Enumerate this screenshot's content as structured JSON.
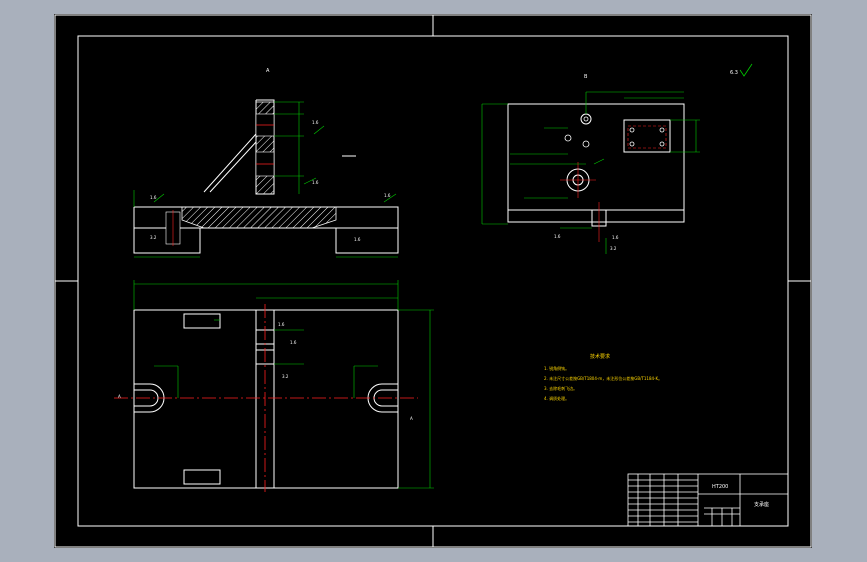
{
  "drawing": {
    "title": "CAD mechanical part drawing",
    "background_color": "#000000",
    "outer_background": "#a9b0bc",
    "line_color": "#ffffff",
    "dimension_color": "#00cc00",
    "center_line_color": "#ff2020",
    "hatch_color": "#ffffff"
  },
  "views": {
    "front_view": {
      "section_label": "A",
      "labels": [
        "1.6",
        "1.6",
        "1.6",
        "1.6",
        "3.2",
        "1.6"
      ]
    },
    "side_view": {
      "section_label": "B",
      "labels": [
        "1.6",
        "3.2",
        "1.6"
      ]
    },
    "top_view": {
      "labels": [
        "A",
        "A",
        "1.6",
        "1.6",
        "3.2"
      ]
    },
    "corner_mark": "6.3"
  },
  "notes": {
    "title": "技术要求",
    "lines": [
      "1. 锐角倒钝。",
      "2. 未注尺寸公差按GB/T1804-m，未注形位公差按GB/T1184-K。",
      "3. 去除毛刺飞边。",
      "4. 调质处理。"
    ]
  },
  "title_block": {
    "material": "HT200",
    "part_name": "支承座"
  }
}
